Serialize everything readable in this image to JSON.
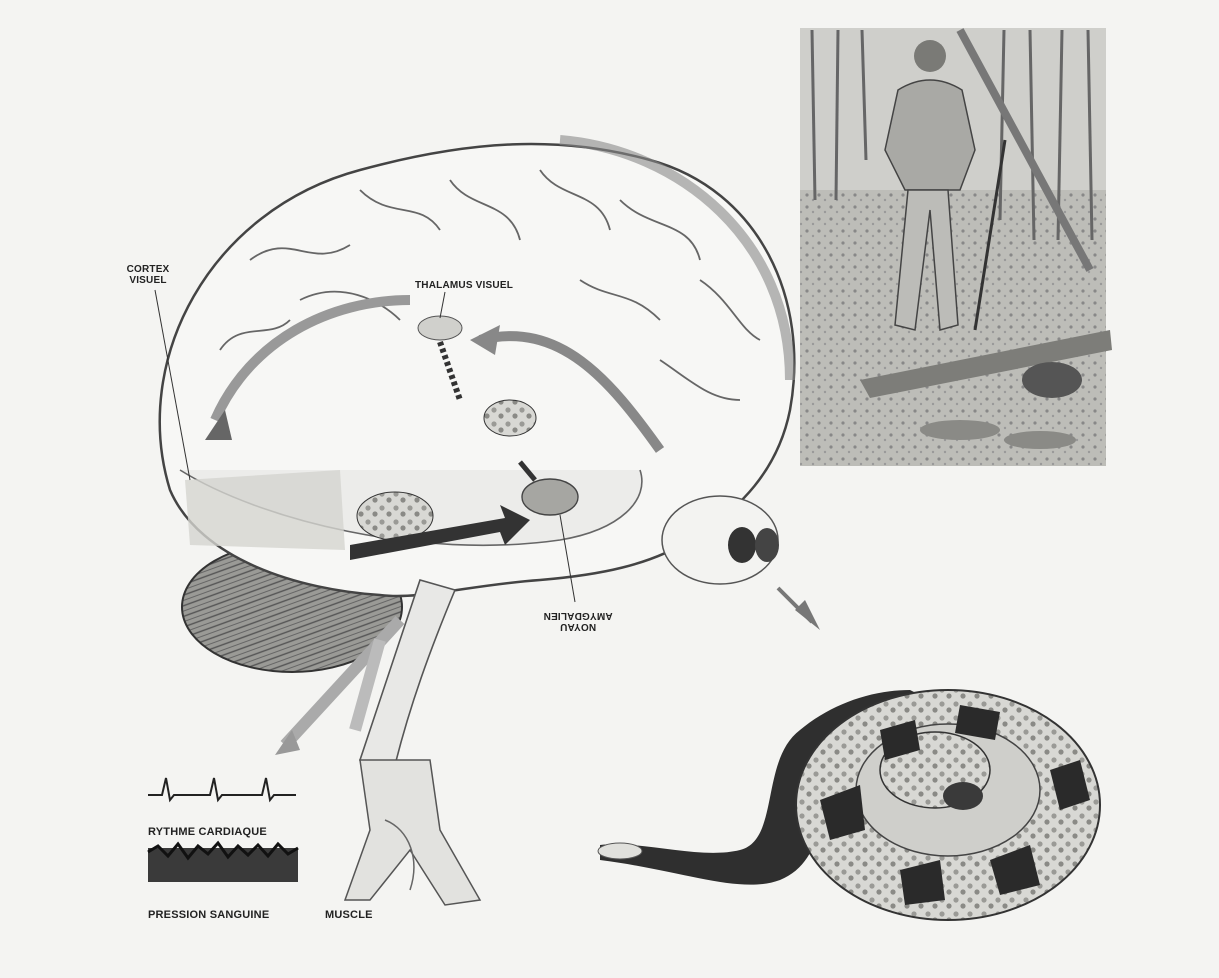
{
  "background_text": {
    "lines": [
      "",
      "",
      "",
      "",
      "",
      "",
      "",
      "",
      "",
      "",
      "",
      "",
      "",
      "",
      "",
      "",
      "",
      "",
      "",
      "",
      ""
    ]
  },
  "figure": {
    "labels": {
      "cortex_visuel": "CORTEX VISUEL",
      "thalamus_visuel": "THALAMUS VISUEL",
      "noyau_amygdalien": "NOYAU AMYGDALIEN",
      "rythme_cardiaque": "RYTHME CARDIAQUE",
      "pression_sanguine": "PRESSION SANGUINE",
      "muscle": "MUSCLE"
    }
  }
}
